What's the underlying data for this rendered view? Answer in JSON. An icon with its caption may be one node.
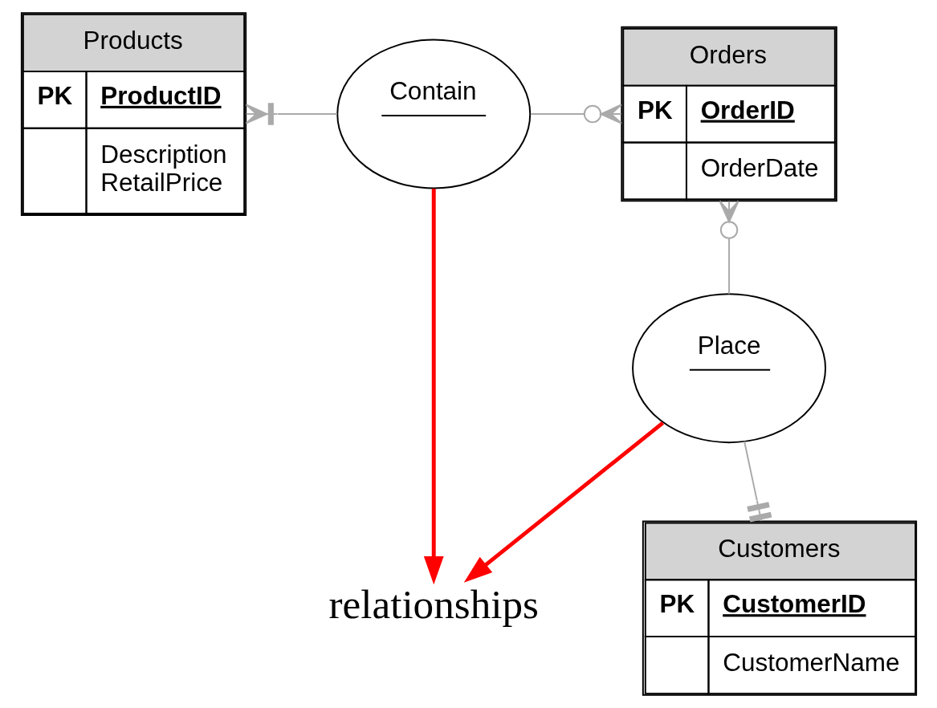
{
  "diagram": {
    "nodes": [
      {
        "text": [
          "Products",
          "PK",
          "ProductID",
          "Description",
          "RetailPrice"
        ]
      },
      {
        "text": [
          "Contain"
        ]
      },
      {
        "text": [
          "Orders",
          "PK",
          "OrderID",
          "OrderDate"
        ]
      },
      {
        "text": [
          "Place"
        ]
      },
      {
        "text": [
          "Customers",
          "PK",
          "CustomerID",
          "CustomerName"
        ]
      },
      {
        "text": [
          "relationships"
        ]
      }
    ],
    "edges": [
      {
        "from": 0,
        "to": 1,
        "arrow": "other"
      },
      {
        "from": 1,
        "to": 2,
        "arrow": "other"
      },
      {
        "from": 2,
        "to": 3,
        "arrow": "other"
      },
      {
        "from": 3,
        "to": 4,
        "arrow": "other"
      },
      {
        "from": 1,
        "to": 5,
        "arrow": "to",
        "color": "#ff0000",
        "style": "thick"
      },
      {
        "from": 3,
        "to": 5,
        "arrow": "to",
        "color": "#ff0000",
        "style": "thick"
      }
    ]
  }
}
